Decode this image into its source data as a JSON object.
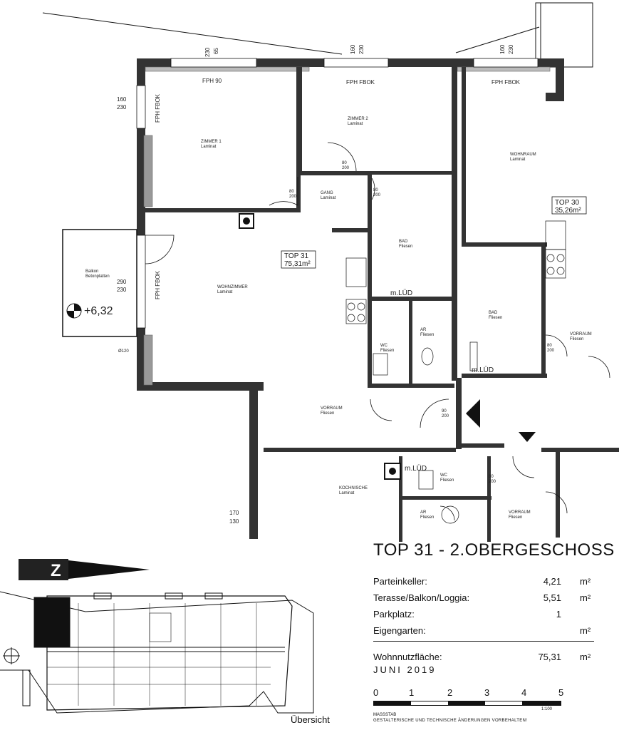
{
  "sheet": {
    "title": "TOP 31 - 2.OBERGESCHOSS",
    "rows": [
      {
        "label": "Parteinkeller:",
        "value": "4,21",
        "unit": "m²"
      },
      {
        "label": "Terasse/Balkon/Loggia:",
        "value": "5,51",
        "unit": "m²"
      },
      {
        "label": "Parkplatz:",
        "value": "1",
        "unit": ""
      },
      {
        "label": "Eigengarten:",
        "value": "",
        "unit": "m²"
      }
    ],
    "total": {
      "label": "Wohnnutzfläche:",
      "value": "75,31",
      "unit": "m²"
    },
    "date": "JUNI 2019",
    "scale_labels": [
      "0",
      "1",
      "2",
      "3",
      "4",
      "5"
    ],
    "scale_ratio": "1:100",
    "footer_1": "MASSSTAB",
    "footer_2": "GESTALTERISCHE UND TECHNISCHE ÄNDERUNGEN VORBEHALTEN!",
    "overview_label": "Übersicht"
  },
  "plan": {
    "unit_label": "TOP 31",
    "unit_area": "75,31m²",
    "neighbor_label": "TOP 30",
    "neighbor_area": "35,26m²",
    "elevation": "+6,32",
    "north_letter": "Z",
    "mlud_1": "m.LÜD",
    "mlud_2": "m.LÜD",
    "mlud_3": "m.LÜD",
    "rooms": [
      {
        "name": "ZIMMER 1",
        "floor": "Laminat"
      },
      {
        "name": "ZIMMER 2",
        "floor": "Laminat"
      },
      {
        "name": "WOHNRAUM",
        "floor": "Laminat"
      },
      {
        "name": "GANG",
        "floor": "Laminat"
      },
      {
        "name": "BAD",
        "floor": "Fliesen"
      },
      {
        "name": "WC",
        "floor": "Fliesen"
      },
      {
        "name": "AR",
        "floor": "Fliesen"
      },
      {
        "name": "WOHNZIMMER",
        "floor": "Laminat"
      },
      {
        "name": "VORRAUM",
        "floor": "Fliesen"
      },
      {
        "name": "KOCHNISCHE",
        "floor": "Laminat"
      },
      {
        "name": "BAD",
        "floor": "Fliesen"
      },
      {
        "name": "VORRAUM",
        "floor": "Fliesen"
      },
      {
        "name": "WC",
        "floor": "Fliesen"
      },
      {
        "name": "AR",
        "floor": "Fliesen"
      },
      {
        "name": "VORRAUM",
        "floor": "Fliesen"
      },
      {
        "name": "Balkon",
        "floor": "Betonplatten"
      }
    ],
    "window_labels": [
      "FPH 90",
      "FPH FBOK",
      "FPH FBOK",
      "FPH FBOK",
      "FPH FBOK"
    ],
    "dims": [
      "160",
      "230",
      "230",
      "65",
      "160",
      "230",
      "160",
      "230",
      "290",
      "230",
      "170",
      "130",
      "Ø120"
    ],
    "door_dims": [
      "80",
      "200",
      "80",
      "200",
      "80",
      "200",
      "90",
      "200",
      "80",
      "200",
      "80",
      "200"
    ]
  }
}
